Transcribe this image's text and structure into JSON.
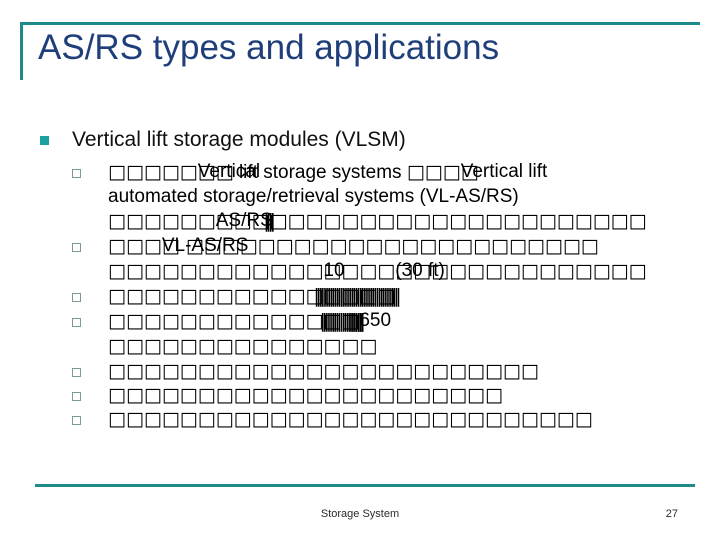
{
  "slide": {
    "title": "AS/RS types and applications",
    "accent_color": "#1f8a8a",
    "title_color": "#1f3f7a",
    "bullet_level1_color": "#1aa0a0",
    "bullet_level2_color": "#7d9a8e",
    "background_color": "#ffffff"
  },
  "body": {
    "level1": {
      "text": "Vertical lift storage modules (VLSM)"
    },
    "level2": [
      {
        "id": "b1",
        "line1_prefix_tofu": "□□□□□",
        "line1_overlay": "Vertical",
        "line1_mid": " lift storage systems ",
        "line1_tofu2": "□□□",
        "line1_overlay2": "Vertical lift",
        "line2": "automated storage/retrieval systems (VL-AS/RS)",
        "line3_tofu": "□□□□□□",
        "line3_overlay": "AS/RS",
        "line3_narrow": "||||",
        "line3_tail_tofu": "□□□□□□□□□□□□□□□□□□□□□"
      },
      {
        "id": "b2",
        "line1_tofu": "□□□",
        "line1_overlay": "VL-AS/RS",
        "line1_tail_tofu": " □□□□□□□□□□□□□□□□□□□□□□□",
        "line2_tofu_a": "□□□□□□□□□□□□",
        "line2_overlay_a": "10",
        "line2_tofu_b": "□□□",
        "line2_overlay_b": "(30 ft)",
        "line2_tofu_c": "□□□□□□□□□□□□"
      },
      {
        "id": "b3",
        "line1_tofu": "□□□□□□□□□□□□□□□□",
        "line1_narrow": "||||||||||||||||||||||||||||||||||||||||"
      },
      {
        "id": "b4",
        "line1_tofu": "□□□□□□□□□□□□□□",
        "line1_narrow_a": "||||||||||||||||||||",
        "line1_overlay": "650",
        "line1_narrow_b": "|||||||",
        "line2_tofu": "□□□□□□□□□□□□□□□"
      },
      {
        "id": "b5",
        "line1_tofu": "□□□□□□□□□□□□□□□□□□□□□□□□"
      },
      {
        "id": "b6",
        "line1_tofu": "□□□□□□□□□□□□□□□□□□□□□□"
      },
      {
        "id": "b7",
        "line1_tofu": "□□□□□□□□□□□□□□□□□□□□□□□□□□□"
      }
    ]
  },
  "footer": {
    "center_text": "Storage System",
    "page_number": "27"
  }
}
